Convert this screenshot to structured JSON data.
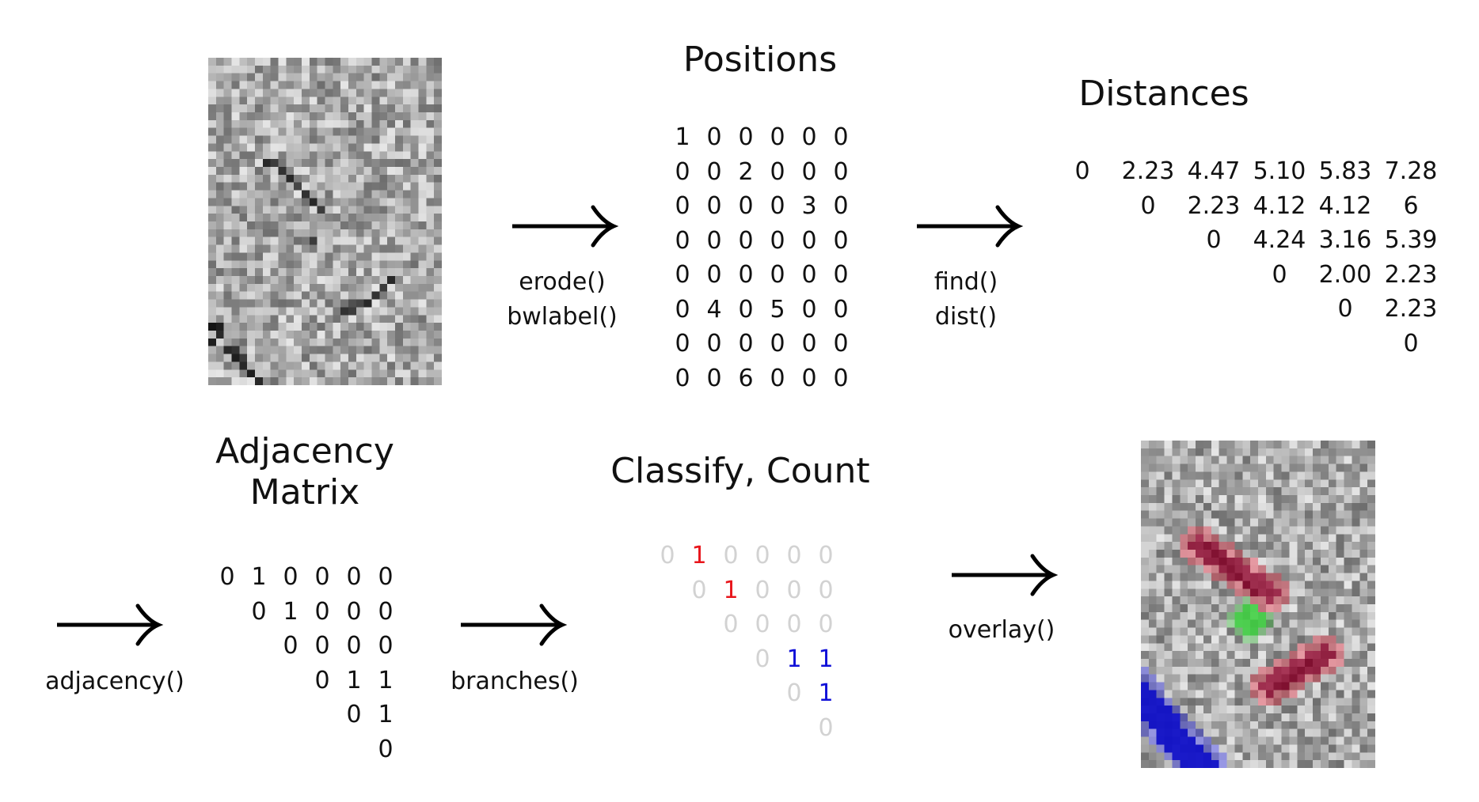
{
  "titles": {
    "positions": "Positions",
    "distances": "Distances",
    "adjacency_line1": "Adjacency",
    "adjacency_line2": "Matrix",
    "classify": "Classify, Count"
  },
  "functions": {
    "erode": "erode()",
    "bwlabel": "bwlabel()",
    "find": "find()",
    "dist": "dist()",
    "adjacency": "adjacency()",
    "branches": "branches()",
    "overlay": "overlay()"
  },
  "positions_matrix": [
    [
      "1",
      "0",
      "0",
      "0",
      "0",
      "0"
    ],
    [
      "0",
      "0",
      "2",
      "0",
      "0",
      "0"
    ],
    [
      "0",
      "0",
      "0",
      "0",
      "3",
      "0"
    ],
    [
      "0",
      "0",
      "0",
      "0",
      "0",
      "0"
    ],
    [
      "0",
      "0",
      "0",
      "0",
      "0",
      "0"
    ],
    [
      "0",
      "4",
      "0",
      "5",
      "0",
      "0"
    ],
    [
      "0",
      "0",
      "0",
      "0",
      "0",
      "0"
    ],
    [
      "0",
      "0",
      "6",
      "0",
      "0",
      "0"
    ]
  ],
  "distance_matrix": [
    [
      "0",
      "2.23",
      "4.47",
      "5.10",
      "5.83",
      "7.28"
    ],
    [
      "0",
      "2.23",
      "4.12",
      "4.12",
      "6"
    ],
    [
      "0",
      "4.24",
      "3.16",
      "5.39"
    ],
    [
      "0",
      "2.00",
      "2.23"
    ],
    [
      "0",
      "2.23"
    ],
    [
      "0"
    ]
  ],
  "adjacency_matrix": [
    [
      "0",
      "1",
      "0",
      "0",
      "0",
      "0"
    ],
    [
      "0",
      "1",
      "0",
      "0",
      "0"
    ],
    [
      "0",
      "0",
      "0",
      "0"
    ],
    [
      "0",
      "1",
      "1"
    ],
    [
      "0",
      "1"
    ],
    [
      "0"
    ]
  ],
  "classify_matrix": [
    [
      {
        "v": "0",
        "c": "gray"
      },
      {
        "v": "1",
        "c": "red"
      },
      {
        "v": "0",
        "c": "gray"
      },
      {
        "v": "0",
        "c": "gray"
      },
      {
        "v": "0",
        "c": "gray"
      },
      {
        "v": "0",
        "c": "gray"
      }
    ],
    [
      {
        "v": "0",
        "c": "gray"
      },
      {
        "v": "1",
        "c": "red"
      },
      {
        "v": "0",
        "c": "gray"
      },
      {
        "v": "0",
        "c": "gray"
      },
      {
        "v": "0",
        "c": "gray"
      }
    ],
    [
      {
        "v": "0",
        "c": "gray"
      },
      {
        "v": "0",
        "c": "gray"
      },
      {
        "v": "0",
        "c": "gray"
      },
      {
        "v": "0",
        "c": "gray"
      }
    ],
    [
      {
        "v": "0",
        "c": "gray"
      },
      {
        "v": "1",
        "c": "blue"
      },
      {
        "v": "1",
        "c": "blue"
      }
    ],
    [
      {
        "v": "0",
        "c": "gray"
      },
      {
        "v": "1",
        "c": "blue"
      }
    ],
    [
      {
        "v": "0",
        "c": "gray"
      }
    ]
  ],
  "colors": {
    "red": "#e8151b",
    "blue": "#1010d8",
    "gray": "#d2d2d2",
    "overlay_red": "#b0103a",
    "overlay_green": "#39d13c",
    "overlay_blue": "#1010c8"
  },
  "icons": [
    "noisy-particle-image",
    "overlay-result-image",
    "right-arrow-icon"
  ]
}
